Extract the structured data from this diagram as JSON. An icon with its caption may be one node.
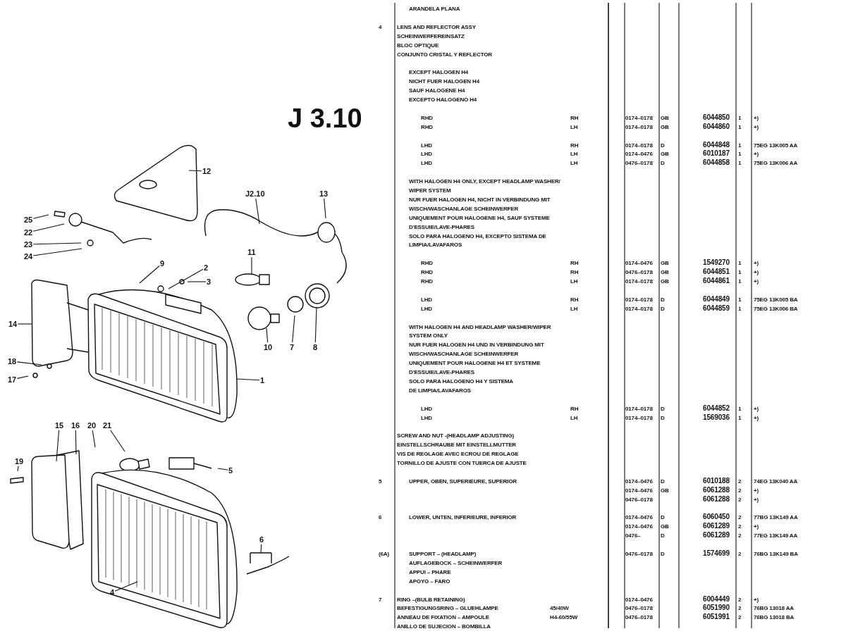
{
  "diagram": {
    "title": "J 3.10",
    "nodes": [
      {
        "text": [
          "12"
        ]
      },
      {
        "text": [
          "J2.10"
        ]
      },
      {
        "text": [
          "13"
        ]
      },
      {
        "text": [
          "25"
        ]
      },
      {
        "text": [
          "22"
        ]
      },
      {
        "text": [
          "23"
        ]
      },
      {
        "text": [
          "24"
        ]
      },
      {
        "text": [
          "11"
        ]
      },
      {
        "text": [
          "2"
        ]
      },
      {
        "text": [
          "9"
        ]
      },
      {
        "text": [
          "3"
        ]
      },
      {
        "text": [
          "14"
        ]
      },
      {
        "text": [
          "10"
        ]
      },
      {
        "text": [
          "7"
        ]
      },
      {
        "text": [
          "8"
        ]
      },
      {
        "text": [
          "18"
        ]
      },
      {
        "text": [
          "17"
        ]
      },
      {
        "text": [
          "1"
        ]
      },
      {
        "text": [
          "15"
        ]
      },
      {
        "text": [
          "16"
        ]
      },
      {
        "text": [
          "20"
        ]
      },
      {
        "text": [
          "21"
        ]
      },
      {
        "text": [
          "19"
        ]
      },
      {
        "text": [
          "5"
        ]
      },
      {
        "text": [
          "6"
        ]
      },
      {
        "text": [
          "4"
        ]
      }
    ],
    "edges": [
      {
        "from": 0,
        "to": null,
        "arrow": "none"
      },
      {
        "from": 1,
        "to": null,
        "arrow": "none"
      },
      {
        "from": 2,
        "to": null,
        "arrow": "none"
      },
      {
        "from": 3,
        "to": null,
        "arrow": "none"
      },
      {
        "from": 4,
        "to": null,
        "arrow": "none"
      },
      {
        "from": 5,
        "to": null,
        "arrow": "none"
      },
      {
        "from": 6,
        "to": null,
        "arrow": "none"
      },
      {
        "from": 7,
        "to": null,
        "arrow": "none"
      },
      {
        "from": 8,
        "to": null,
        "arrow": "none"
      },
      {
        "from": 9,
        "to": null,
        "arrow": "none"
      },
      {
        "from": 10,
        "to": null,
        "arrow": "none"
      },
      {
        "from": 11,
        "to": null,
        "arrow": "none"
      },
      {
        "from": 12,
        "to": null,
        "arrow": "none"
      },
      {
        "from": 13,
        "to": null,
        "arrow": "none"
      },
      {
        "from": 14,
        "to": null,
        "arrow": "none"
      },
      {
        "from": 15,
        "to": null,
        "arrow": "none"
      },
      {
        "from": 16,
        "to": null,
        "arrow": "none"
      },
      {
        "from": 17,
        "to": null,
        "arrow": "none"
      },
      {
        "from": 18,
        "to": null,
        "arrow": "none"
      },
      {
        "from": 19,
        "to": null,
        "arrow": "none"
      },
      {
        "from": 20,
        "to": null,
        "arrow": "none"
      },
      {
        "from": 21,
        "to": null,
        "arrow": "none"
      },
      {
        "from": 22,
        "to": null,
        "arrow": "none"
      },
      {
        "from": 23,
        "to": null,
        "arrow": "none"
      },
      {
        "from": 24,
        "to": null,
        "arrow": "none"
      },
      {
        "from": 25,
        "to": null,
        "arrow": "none"
      }
    ],
    "labels": [
      "ARANDELA PLANA",
      "4",
      "LENS AND REFLECTOR ASSY",
      "SCHEINWERFEREINSATZ",
      "BLOC OPTIQUE",
      "CONJUNTO CRISTAL Y REFLECTOR",
      "EXCEPT HALOGEN H4",
      "NICHT FUER HALOGEN H4",
      "SAUF HALOGENE H4",
      "EXCEPTO HALOGENO H4",
      "RHD",
      "RH",
      "0174–0178",
      "GB",
      "6044850",
      "1",
      "+)",
      "RHD",
      "LH",
      "0174–0178",
      "GB",
      "6044860",
      "1",
      "+)",
      "LHD",
      "RH",
      "0174–0178",
      "D",
      "6044848",
      "1",
      "75EG 13K005 AA",
      "LHD",
      "LH",
      "0174–0476",
      "GB",
      "6010187",
      "1",
      "+)",
      "LHD",
      "LH",
      "0476–0178",
      "D",
      "6044858",
      "1",
      "75EG 13K006 AA",
      "WITH HALOGEN H4 ONLY, EXCEPT HEADLAMP WASHER/",
      "WIPER SYSTEM",
      "NUR FUER HALOGEN H4, NICHT IN VERBINDUNG MIT",
      "WISCH/WASCHANLAGE SCHEINWERFER",
      "UNIQUEMENT POUR HALOGENE H4, SAUF SYSTEME",
      "D'ESSUIE/LAVE-PHARES",
      "SOLO PARA HALOGENO H4, EXCEPTO SISTEMA DE",
      "LIMPIA/LAVAFAROS",
      "RHD",
      "RH",
      "0174–0476",
      "GB",
      "1549270",
      "1",
      "+)",
      "RHD",
      "RH",
      "0476–0178",
      "GB",
      "6044851",
      "1",
      "+)",
      "RHD",
      "LH",
      "0174–0178",
      "GB",
      "6044861",
      "1",
      "+)",
      "LHD",
      "RH",
      "0174–0178",
      "D",
      "6044849",
      "1",
      "75EG 13K005 BA",
      "LHD",
      "LH",
      "0174–0178",
      "D",
      "6044859",
      "1",
      "75EG 13K006 BA",
      "WITH HALOGEN H4 AND HEADLAMP WASHER/WIPER",
      "SYSTEM ONLY",
      "NUR FUER HALOGEN H4 UND IN VERBINDUNG MIT",
      "WISCH/WASCHANLAGE SCHEINWERFER",
      "UNIQUEMENT POUR HALOGENE H4 ET SYSTEME",
      "D'ESSUIE/LAVE-PHARES",
      "SOLO PARA HALOGENO H4 Y SISTEMA",
      "DE LIMPIA/LAVAFAROS",
      "LHD",
      "RH",
      "0174–0178",
      "D",
      "6044852",
      "1",
      "+)",
      "LHD",
      "LH",
      "0174–0178",
      "D",
      "1569036",
      "1",
      "+)",
      "SCREW AND NUT -(HEADLAMP ADJUSTING)",
      "EINSTELLSCHRAUBE MIT EINSTELLMUTTER",
      "VIS DE REGLAGE AVEC ECROU DE REGLAGE",
      "TORNILLO DE AJUSTE CON TUERCA DE AJUSTE",
      "5",
      "UPPER, OBEN, SUPERIEURE, SUPERIOR",
      "0174–0476",
      "D",
      "6010188",
      "2",
      "74EG 13K040 AA",
      "0174–0476",
      "GB",
      "6061288",
      "2",
      "+)",
      "0476–0178",
      "6061288",
      "2",
      "+)",
      "6",
      "LOWER, UNTEN, INFERIEURE, INFERIOR",
      "0174–0476",
      "D",
      "6060450",
      "2",
      "77BG 13K149 AA",
      "0174–0476",
      "GB",
      "6061289",
      "2",
      "+)",
      "0476–",
      "D",
      "6061289",
      "2",
      "77EG 13K149 AA",
      "(6A)",
      "SUPPORT – (HEADLAMP)",
      "0476–0178",
      "D",
      "1574699",
      "2",
      "76BG 13K149 BA",
      "AUFLAGEBOCK – SCHEINWERFER",
      "APPUI – PHARE",
      "APOYO – FARO",
      "7",
      "RING –(BULB RETAINING)",
      "0174–0476",
      "6004449",
      "2",
      "+)",
      "BEFESTIGUNGSRING – GLUEHLAMPE",
      "45/40W",
      "0476–0178",
      "6051990",
      "2",
      "76BG 13018 AA",
      "ANNEAU DE FIXATION – AMPOULE",
      "H4-60/55W",
      "0476–0178",
      "6051991",
      "2",
      "76BG 13018 BA",
      "ANILLO DE SUJECION – BOMBILLA"
    ]
  }
}
